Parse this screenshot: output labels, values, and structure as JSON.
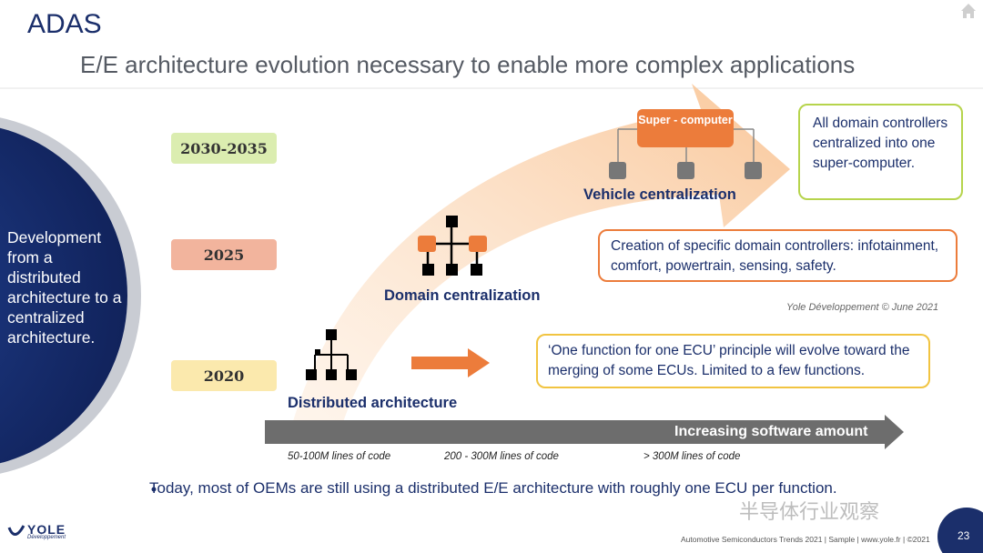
{
  "header": {
    "title": "ADAS",
    "subtitle": "E/E architecture evolution necessary to enable more complex applications"
  },
  "left_panel": {
    "text": "Development from a distributed architecture to a centralized architecture."
  },
  "years": [
    "2030-2035",
    "2025",
    "2020"
  ],
  "stages": {
    "vehicle": "Vehicle centralization",
    "domain": "Domain centralization",
    "distributed": "Distributed architecture"
  },
  "supercomputer_label": "Super - computer",
  "callouts": {
    "super": "All domain controllers centralized into one super-computer.",
    "domain": "Creation of specific domain controllers: infotainment, comfort, powertrain, sensing, safety.",
    "ecu": "‘One function for one ECU’ principle will evolve toward the merging of some ECUs. Limited to a few functions."
  },
  "credit": "Yole Développement © June 2021",
  "software_axis": {
    "label": "Increasing software amount",
    "loc": [
      "50-100M lines of code",
      "200 - 300M lines of code",
      "> 300M lines of code"
    ]
  },
  "bullet": "Today, most of OEMs are still using a distributed E/E architecture with roughly one ECU per function.",
  "footer": {
    "text": "Automotive Semiconductors Trends 2021 | Sample | www.yole.fr | ©2021",
    "page": "23",
    "logo": "YOLE",
    "logo_sub": "Développement",
    "watermark": "半导体行业观察"
  },
  "colors": {
    "navy": "#1b2f6b",
    "orange": "#ec7c3b",
    "green": "#b6d44c",
    "yellow": "#f1c441",
    "arrow_fill": "#fbd9b8"
  }
}
